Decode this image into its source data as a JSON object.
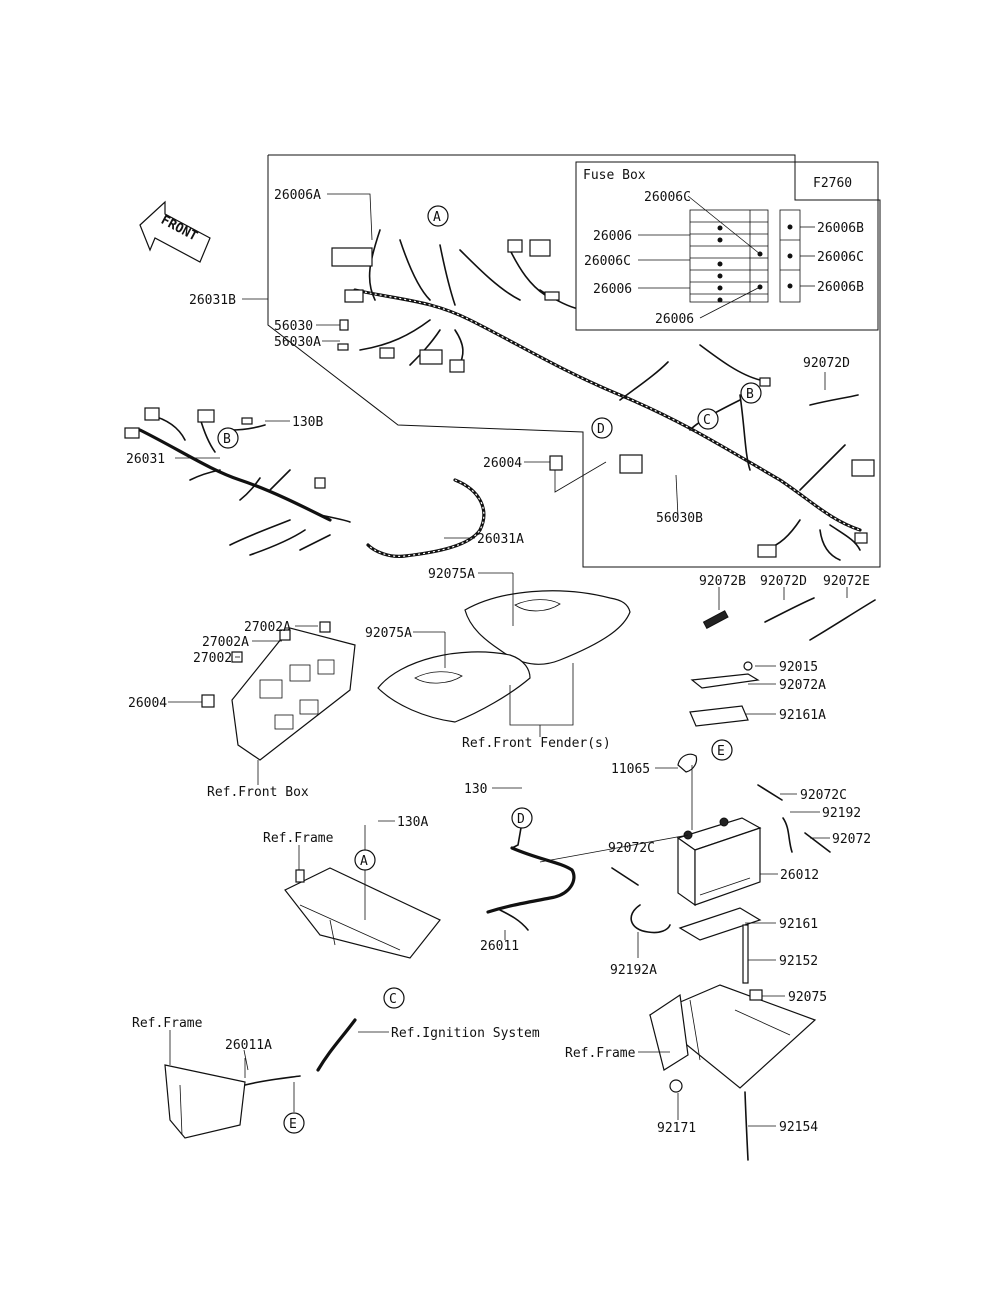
{
  "figure_code": "F2760",
  "front_arrow": "FRONT",
  "fuse_box": {
    "title": "Fuse Box",
    "labels": [
      "26006C",
      "26006",
      "26006C",
      "26006",
      "26006",
      "26006B",
      "26006C",
      "26006B"
    ]
  },
  "callouts": {
    "c26006A": "26006A",
    "c26031B": "26031B",
    "c56030": "56030",
    "c56030A": "56030A",
    "c130B": "130B",
    "c26031": "26031",
    "c26004a": "26004",
    "c56030B": "56030B",
    "c26031A": "26031A",
    "c92072D_top": "92072D",
    "c92072B": "92072B",
    "c92072D": "92072D",
    "c92072E": "92072E",
    "c92075A_a": "92075A",
    "c92075A_b": "92075A",
    "c27002A_a": "27002A",
    "c27002A_b": "27002A",
    "c27002": "27002",
    "c26004b": "26004",
    "c92015": "92015",
    "c92072A": "92072A",
    "c92161A": "92161A",
    "c11065": "11065",
    "c130": "130",
    "c130A": "130A",
    "c92072C_a": "92072C",
    "c92192": "92192",
    "c92072": "92072",
    "c92072C_b": "92072C",
    "c26012": "26012",
    "c26011": "26011",
    "c92161": "92161",
    "c92192A": "92192A",
    "c92152": "92152",
    "c92075": "92075",
    "c26011A": "26011A",
    "c92171": "92171",
    "c92154": "92154"
  },
  "refs": {
    "front_fender": "Ref.Front Fender(s)",
    "front_box": "Ref.Front Box",
    "frame_a": "Ref.Frame",
    "frame_b": "Ref.Frame",
    "ignition": "Ref.Ignition System",
    "frame_c": "Ref.Frame"
  },
  "connectors": {
    "a1": "A",
    "a2": "A",
    "b1": "B",
    "b2": "B",
    "c1": "C",
    "c2": "C",
    "d1": "D",
    "d2": "D",
    "e1": "E",
    "e2": "E"
  }
}
